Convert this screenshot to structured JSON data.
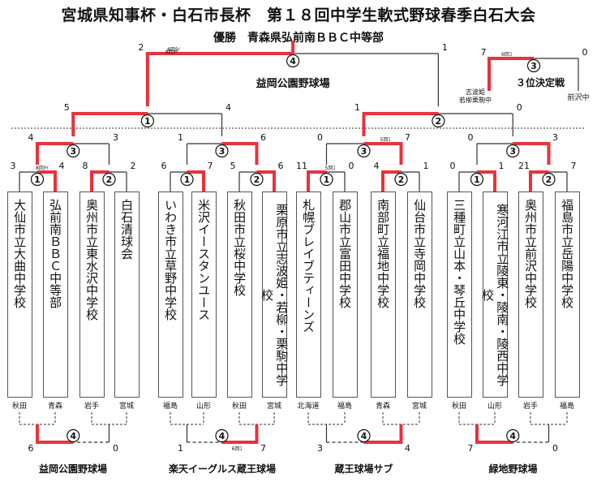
{
  "title": "宮城県知事杯・白石市長杯　第１８回中学生軟式野球春季白石大会",
  "champion": "優勝　青森県弘前南ＢＢＣ中等部",
  "teams": [
    {
      "name": "大仙市立大曲中学校",
      "pref": "秋田"
    },
    {
      "name": "弘前南ＢＢＣ中等部",
      "pref": "青森"
    },
    {
      "name": "奥州市立東水沢中学校",
      "pref": "岩手"
    },
    {
      "name": "白石清球会",
      "pref": "宮城"
    },
    {
      "name": "いわき市立草野中学校",
      "pref": "福島"
    },
    {
      "name": "米沢イースタンユース",
      "pref": "山形"
    },
    {
      "name": "秋田市立桜中学校",
      "pref": "秋田"
    },
    {
      "name": "栗原市立志波姫・若柳・栗駒中学校",
      "pref": "宮城"
    },
    {
      "name": "札幌ブレイブティーンズ",
      "pref": "北海道"
    },
    {
      "name": "郡山市立富田中学校",
      "pref": "福島"
    },
    {
      "name": "南部町立福地中学校",
      "pref": "青森"
    },
    {
      "name": "仙台市立寺岡中学校",
      "pref": "宮城"
    },
    {
      "name": "三種町立山本・琴丘中学校",
      "pref": "秋田"
    },
    {
      "name": "寒河江市立陵東・陵南・陵西中学校",
      "pref": "山形"
    },
    {
      "name": "奥州市立前沢中学校",
      "pref": "岩手"
    },
    {
      "name": "福島市立岳陽中学校",
      "pref": "福島"
    }
  ],
  "matches": {
    "r1": [
      {
        "num": "①",
        "scores": [
          "3",
          "4"
        ],
        "note": "8回ﾀｲ"
      },
      {
        "num": "②",
        "scores": [
          "8",
          "2"
        ],
        "note": ""
      },
      {
        "num": "①",
        "scores": [
          "6",
          "7"
        ],
        "note": ""
      },
      {
        "num": "②",
        "scores": [
          "5",
          "6"
        ],
        "note": ""
      },
      {
        "num": "①",
        "scores": [
          "11",
          "0"
        ],
        "note": "5回ｺ"
      },
      {
        "num": "②",
        "scores": [
          "4",
          "1"
        ],
        "note": ""
      },
      {
        "num": "①",
        "scores": [
          "0",
          "1"
        ],
        "note": ""
      },
      {
        "num": "②",
        "scores": [
          "21",
          "7"
        ],
        "note": ""
      }
    ],
    "r2": [
      {
        "num": "③",
        "scores": [
          "4",
          "3"
        ],
        "note": ""
      },
      {
        "num": "③",
        "scores": [
          "1",
          "6"
        ],
        "note": ""
      },
      {
        "num": "③",
        "scores": [
          "0",
          "7"
        ],
        "note": "5回ｺ"
      },
      {
        "num": "③",
        "scores": [
          "0",
          "3"
        ],
        "note": ""
      }
    ],
    "semis": [
      {
        "num": "①",
        "scores": [
          "5",
          "4"
        ]
      },
      {
        "num": "②",
        "scores": [
          "1",
          "0"
        ]
      }
    ],
    "final": {
      "num": "④",
      "scores": [
        "2",
        "1"
      ],
      "note": "8回ﾀｲ",
      "venue": "益岡公園野球場"
    },
    "third": {
      "num": "③",
      "label": "３位決定戦",
      "scores": [
        "7",
        "0"
      ],
      "note": "6回ｺ",
      "left_team": "志波姫若柳栗駒中",
      "right_team": "前沢中"
    },
    "consolation": [
      {
        "num": "④",
        "scores": [
          "6",
          "0"
        ],
        "note": "",
        "venue": "益岡公園野球場"
      },
      {
        "num": "④",
        "scores": [
          "1",
          "7"
        ],
        "note": "6回ｺ",
        "venue": "楽天イーグルス蔵王球場"
      },
      {
        "num": "④",
        "scores": [
          "3",
          "4"
        ],
        "note": "",
        "venue": "蔵王球場サブ"
      },
      {
        "num": "④",
        "scores": [
          "7",
          "0"
        ],
        "note": "",
        "venue": "緑地野球場"
      }
    ]
  },
  "colors": {
    "win": "#e8323c",
    "line": "#333333"
  }
}
